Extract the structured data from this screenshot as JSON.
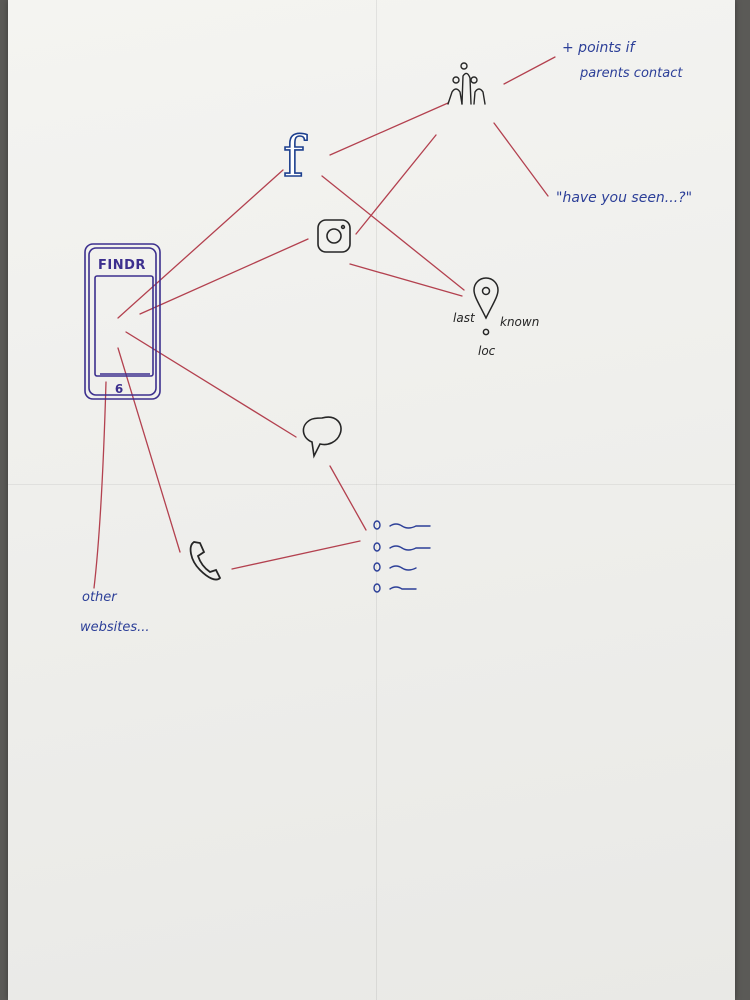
{
  "diagram": {
    "phone": {
      "title": "FINDR",
      "home_button": "6"
    },
    "facebook_glyph": "f",
    "parents_note": {
      "line1": "+ points if",
      "line2": "parents contact"
    },
    "quote": "\"have you seen...?\"",
    "location": {
      "left": "last",
      "right": "known",
      "below": "loc"
    },
    "other_websites": {
      "line1": "other",
      "line2": "websites..."
    },
    "colors": {
      "paper": "#f1f1ee",
      "background": "#5b5a57",
      "ink_black": "#262626",
      "ink_blue": "#2c3f98",
      "ink_red": "#b3414f",
      "ink_purple": "#3c2f8e"
    }
  }
}
